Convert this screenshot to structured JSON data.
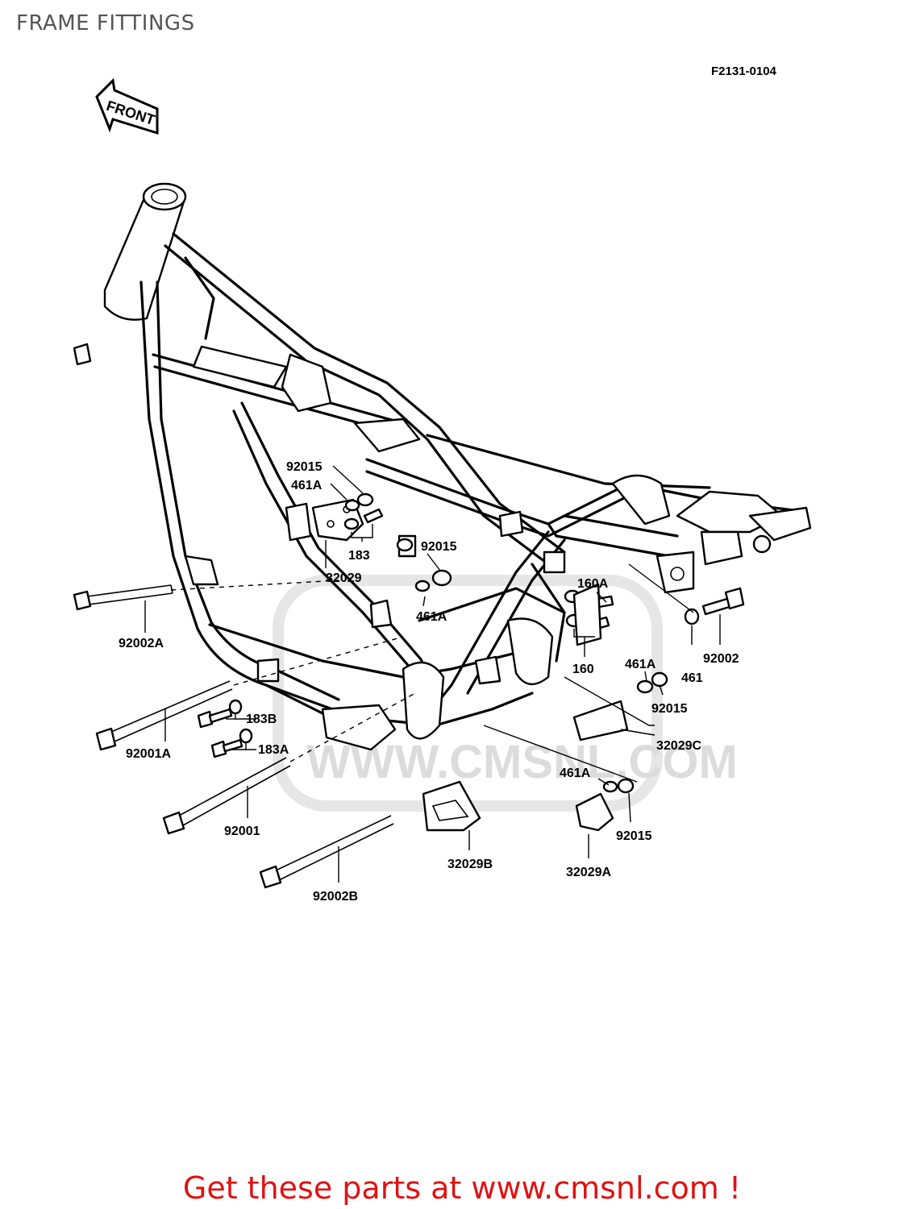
{
  "header": {
    "title": "FRAME FITTINGS",
    "diagram_code": "F2131-0104"
  },
  "front_arrow": {
    "label": "FRONT"
  },
  "watermark": {
    "text": "WWW.CMSNL.COM"
  },
  "part_labels": {
    "p92015_a": "92015",
    "p461A_a": "461A",
    "p183": "183",
    "p32029": "32029",
    "p92015_b": "92015",
    "p461A_b": "461A",
    "p160A": "160A",
    "p160": "160",
    "p92002": "92002",
    "p461": "461",
    "p461A_c": "461A",
    "p92015_c": "92015",
    "p32029C": "32029C",
    "p92002A": "92002A",
    "p183B": "183B",
    "p183A": "183A",
    "p92001A": "92001A",
    "p92001": "92001",
    "p461A_d": "461A",
    "p92015_d": "92015",
    "p32029B": "32029B",
    "p32029A": "32029A",
    "p92002B": "92002B"
  },
  "footer": {
    "cta": "Get these parts at www.cmsnl.com !"
  },
  "colors": {
    "cta": "#e01212",
    "title": "#555555",
    "watermark": "#dcdcdc"
  }
}
